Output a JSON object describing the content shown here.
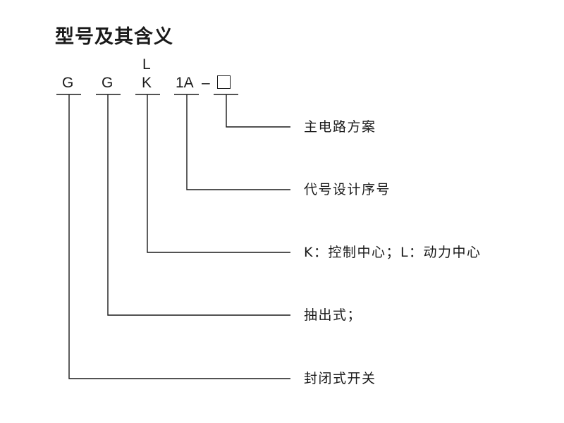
{
  "title": "型号及其含义",
  "model_code": {
    "superscript": "L",
    "segments": [
      "G",
      "G",
      "K",
      "1A",
      "–"
    ]
  },
  "descriptions": [
    "主电路方案",
    "代号设计序号",
    "K：控制中心；L：动力中心",
    "抽出式；",
    "封闭式开关"
  ],
  "placeholder_box": "empty-square-icon"
}
